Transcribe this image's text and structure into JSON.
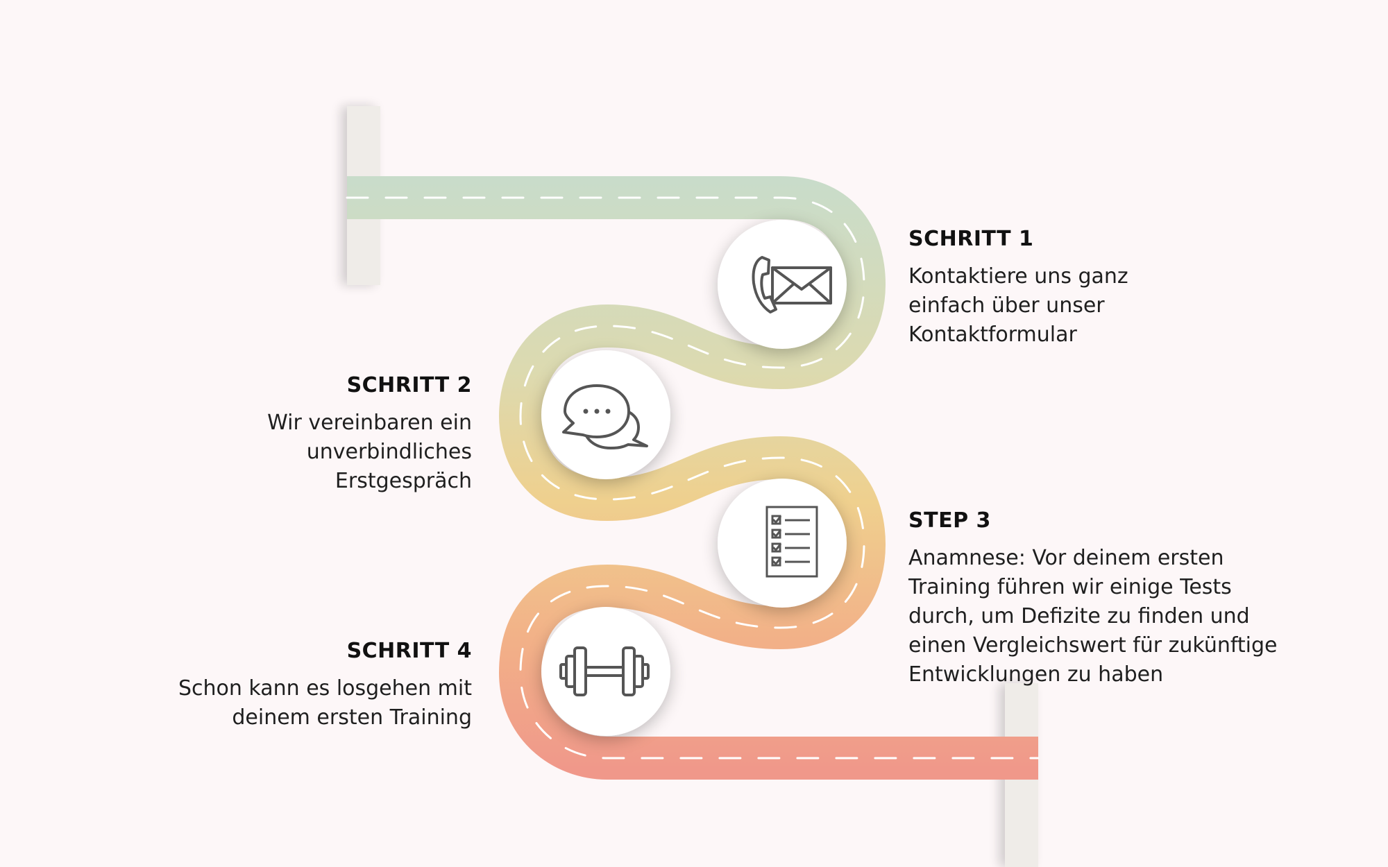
{
  "colors": {
    "background": "#fdf7f8",
    "road_start": "#c8dccb",
    "road_mid": "#efd08e",
    "road_end": "#f0988a",
    "post": "#efece8",
    "circle": "#ffffff",
    "icon": "#555555",
    "dash": "#ffffff"
  },
  "steps": [
    {
      "title": "SCHRITT 1",
      "text": "Kontaktiere uns ganz\neinfach über unser\nKontaktformular",
      "icon": "phone-mail-icon"
    },
    {
      "title": "SCHRITT 2",
      "text": "Wir vereinbaren ein\nunverbindliches\nErstgespräch",
      "icon": "chat-bubbles-icon"
    },
    {
      "title": "STEP 3",
      "text": "Anamnese: Vor deinem ersten\nTraining führen wir einige Tests\ndurch, um Defizite zu finden und\neinen Vergleichswert für zukünftige\nEntwicklungen zu haben",
      "icon": "checklist-icon"
    },
    {
      "title": "SCHRITT 4",
      "text": "Schon kann es losgehen mit\ndeinem ersten Training",
      "icon": "dumbbell-icon"
    }
  ]
}
